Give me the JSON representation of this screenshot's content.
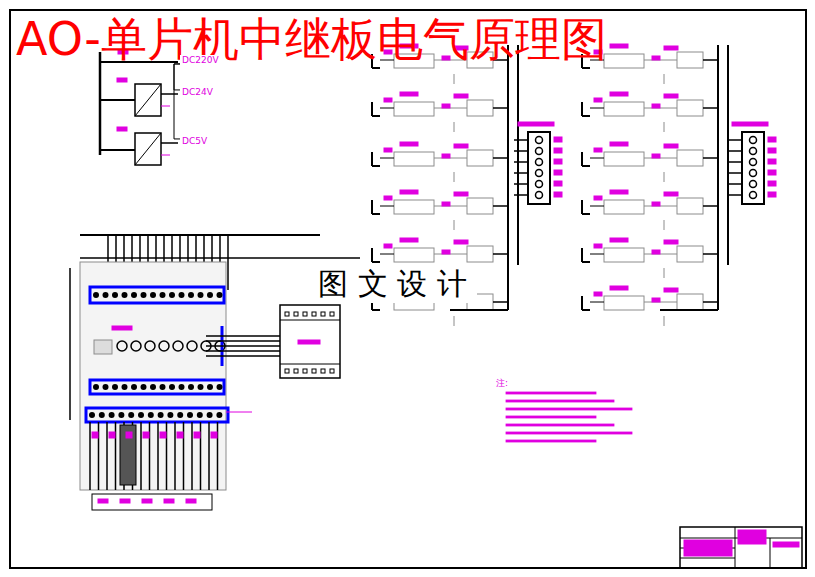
{
  "diagram": {
    "title": "AO-单片机中继板电气原理图",
    "nodes": [
      {
        "text": [
          "DC220V"
        ]
      },
      {
        "text": [
          "DC24V"
        ]
      },
      {
        "text": [
          "DC5V"
        ]
      },
      {
        "text": [
          "图 文 设 计"
        ]
      }
    ],
    "edges": [
      {
        "from": 0,
        "to": 1,
        "arrow": "none"
      },
      {
        "from": 0,
        "to": 2,
        "arrow": "none"
      }
    ],
    "labels": [
      "注:"
    ]
  }
}
